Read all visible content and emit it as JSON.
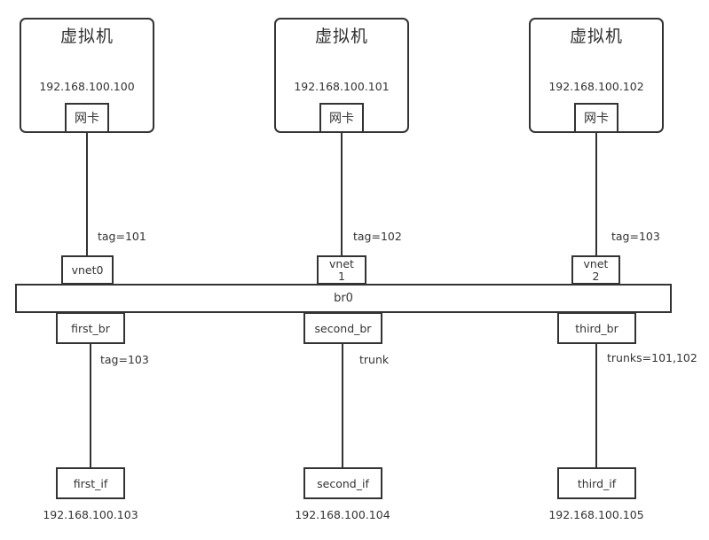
{
  "colors": {
    "line": "#333333",
    "text": "#333333",
    "box_background": "#ffffff",
    "page_background": "#ffffff"
  },
  "vms": [
    {
      "title": "虚拟机",
      "ip": "192.168.100.100",
      "nic": "网卡",
      "tag": "tag=101",
      "vnet_line1": "vnet0",
      "vnet_line2": ""
    },
    {
      "title": "虚拟机",
      "ip": "192.168.100.101",
      "nic": "网卡",
      "tag": "tag=102",
      "vnet_line1": "vnet",
      "vnet_line2": "1"
    },
    {
      "title": "虚拟机",
      "ip": "192.168.100.102",
      "nic": "网卡",
      "tag": "tag=103",
      "vnet_line1": "vnet",
      "vnet_line2": "2"
    }
  ],
  "bridge": {
    "label": "br0"
  },
  "branches": [
    {
      "bridge_port": "first_br",
      "link_label": "tag=103",
      "interface": "first_if",
      "ip": "192.168.100.103"
    },
    {
      "bridge_port": "second_br",
      "link_label": "trunk",
      "interface": "second_if",
      "ip": "192.168.100.104"
    },
    {
      "bridge_port": "third_br",
      "link_label": "trunks=101,102",
      "interface": "third_if",
      "ip": "192.168.100.105"
    }
  ]
}
